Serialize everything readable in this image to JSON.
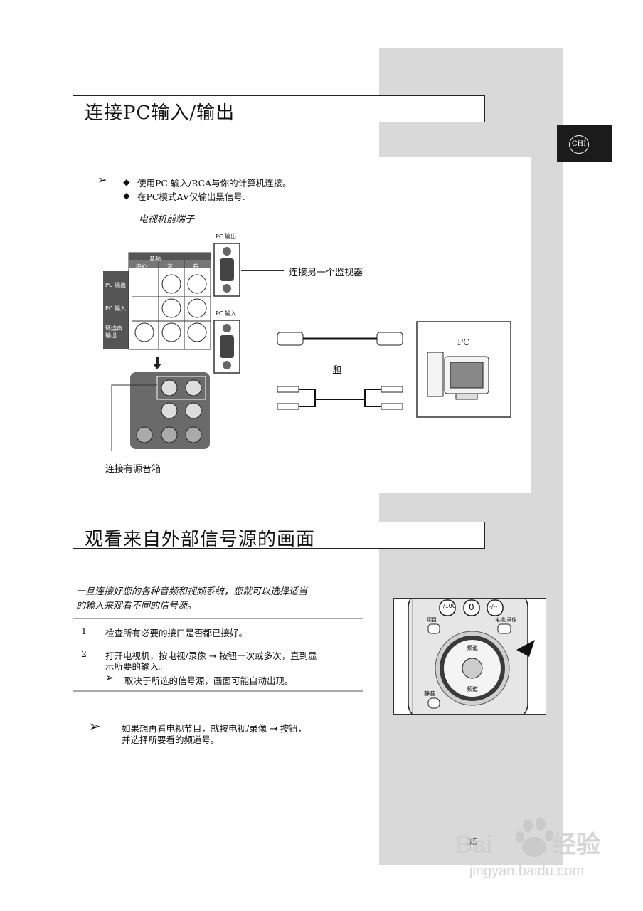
{
  "side_tab": {
    "label": "CHI"
  },
  "section1": {
    "title": "连接PC输入/输出",
    "bullets": [
      "使用PC 输入/RCA与你的计算机连接。",
      "在PC模式AV仅输出黑信号."
    ],
    "front_label": "电视机前端子",
    "jack_panel": {
      "header": "音频",
      "columns": [
        "中心",
        "左",
        "右"
      ],
      "rows": [
        "PC 输出",
        "PC 输入",
        "环绕声\n输出"
      ]
    },
    "pc_out_label": "PC 输出",
    "pc_in_label": "PC 输入",
    "monitor_text": "连接另一个监视器",
    "and_text": "和",
    "pc_label": "PC",
    "speaker_text": "连接有源音箱"
  },
  "section2": {
    "title": "观看来自外部信号源的画面",
    "intro_line1": "一旦连接好您的各种音频和视频系统，您就可以选择适当",
    "intro_line2": "的输入来观看不同的信号源。",
    "steps": [
      {
        "num": "1",
        "text": "检查所有必要的接口是否都已接好。"
      },
      {
        "num": "2",
        "text": "打开电视机，按电视/录像 ⇥ 按钮一次或多次，直到显",
        "text2": "示所要的输入。",
        "note": "取决于所选的信号源，画面可能自动出现。"
      }
    ],
    "tip_line1": "如果想再看电视节目，就按电视/录像 ⇥ 按钮，",
    "tip_line2": "并选择所要看的频道号。"
  },
  "remote": {
    "btn_100": "-/100",
    "btn_0": "0",
    "btn_dash": "-/--",
    "label_item": "项目",
    "label_tvvideo": "电视/录像",
    "label_ch_up": "频道",
    "label_ch_down": "频道",
    "label_mute": "静音"
  },
  "page_number": "35",
  "watermark": {
    "brand": "Baidu经验",
    "url": "jingyan.baidu.com"
  }
}
